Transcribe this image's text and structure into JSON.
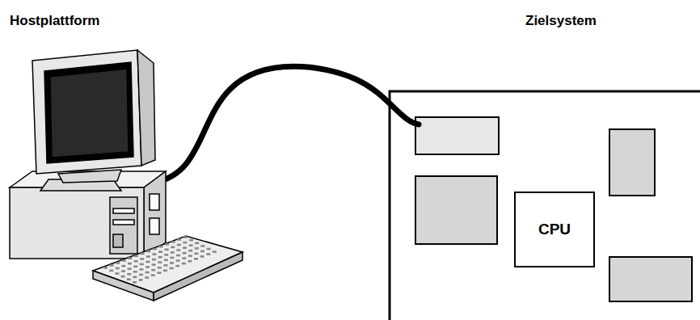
{
  "diagram": {
    "nodes": [
      {
        "text": [
          "CPU"
        ]
      }
    ],
    "labels": [
      "Hostplattform",
      "Zielsystem"
    ]
  }
}
